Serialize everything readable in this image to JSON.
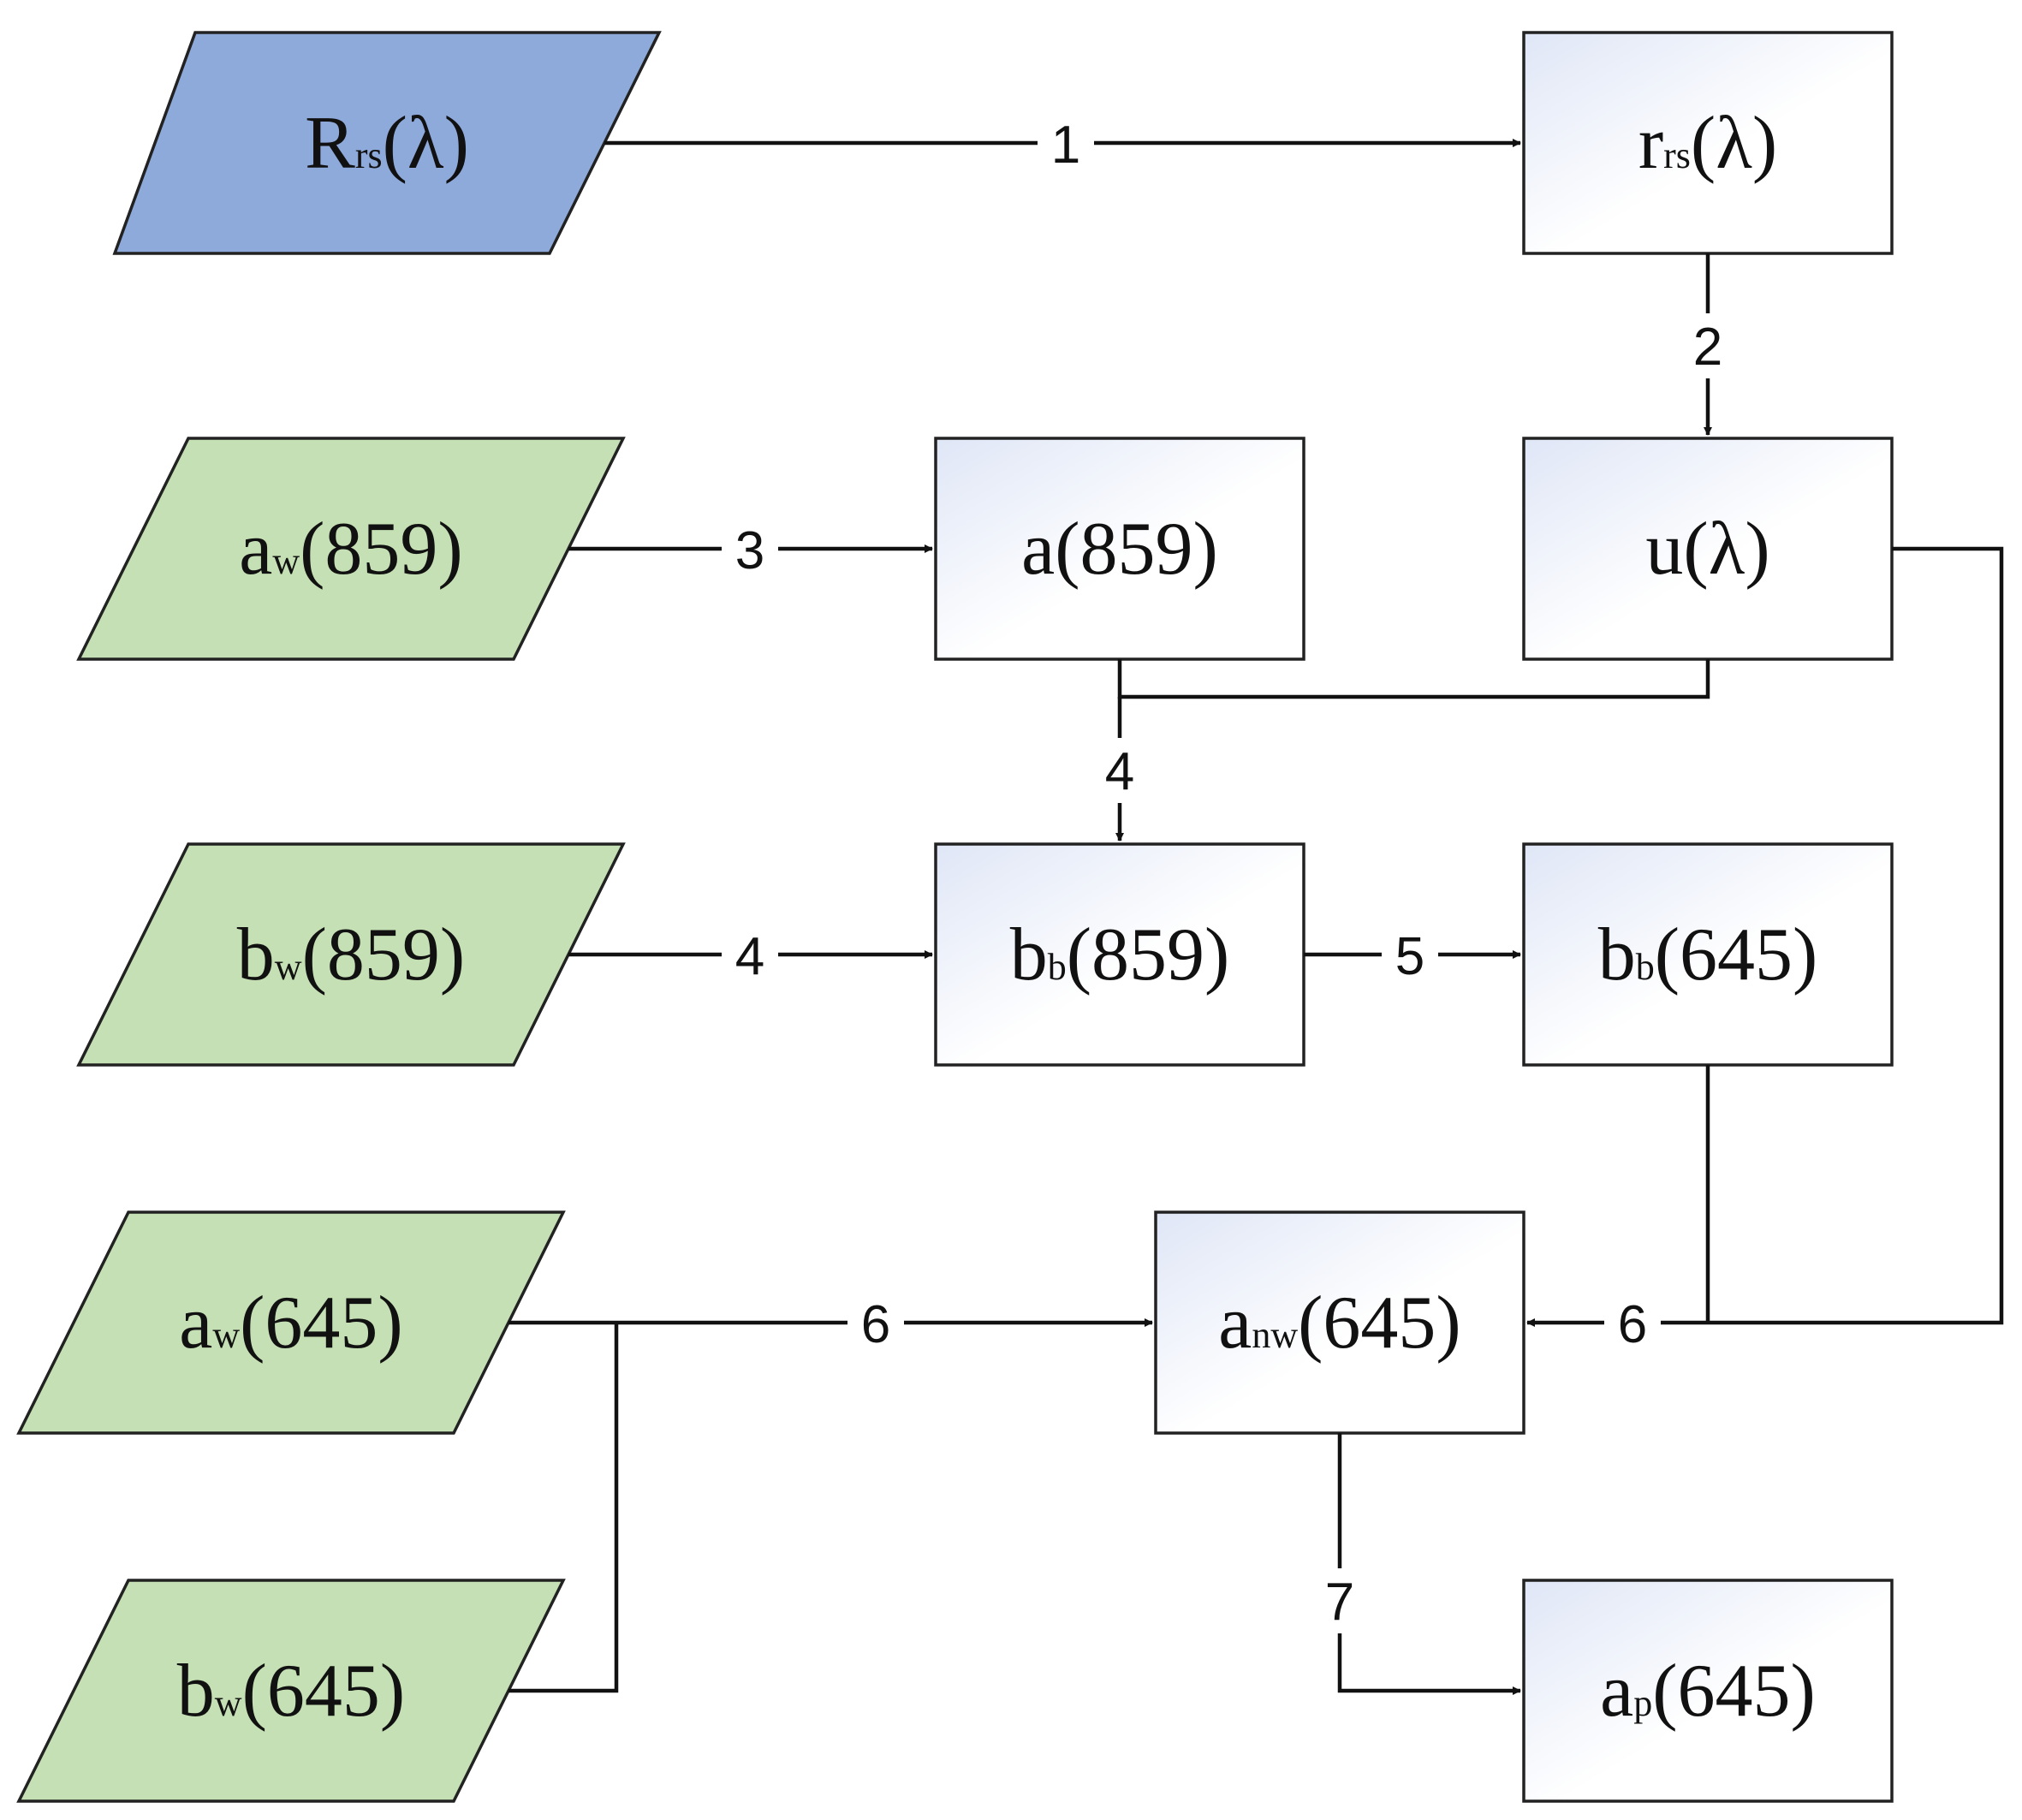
{
  "inputs": {
    "Rrs": {
      "base": "R",
      "sub": "rs",
      "arg": "(λ)",
      "color": "#8eaadb"
    },
    "aw859": {
      "base": "a",
      "sub": "w",
      "arg": "(859)",
      "color": "#c5e0b4"
    },
    "bw859": {
      "base": "b",
      "sub": "w",
      "arg": "(859)",
      "color": "#c5e0b4"
    },
    "aw645": {
      "base": "a",
      "sub": "w",
      "arg": "(645)",
      "color": "#c5e0b4"
    },
    "bw645": {
      "base": "b",
      "sub": "w",
      "arg": "(645)",
      "color": "#c5e0b4"
    }
  },
  "boxes": {
    "rrs": {
      "base": "r",
      "sub": "rs",
      "arg": "(λ)"
    },
    "u": {
      "base": "u",
      "sub": "",
      "arg": "(λ)"
    },
    "a859": {
      "base": "a",
      "sub": "",
      "arg": "(859)"
    },
    "bb859": {
      "base": "b",
      "sub": "b",
      "arg": "(859)"
    },
    "bb645": {
      "base": "b",
      "sub": "b",
      "arg": "(645)"
    },
    "anw645": {
      "base": "a",
      "sub": "nw",
      "arg": "(645)"
    },
    "ap645": {
      "base": "a",
      "sub": "p",
      "arg": "(645)"
    }
  },
  "steps": {
    "s1": "1",
    "s2": "2",
    "s3": "3",
    "s4_vertical": "4",
    "s4_horizontal": "4",
    "s5": "5",
    "s6_left": "6",
    "s6_right": "6",
    "s7": "7"
  }
}
